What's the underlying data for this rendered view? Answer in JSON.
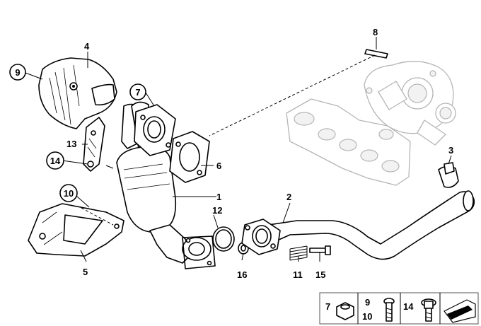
{
  "callouts": {
    "c1": "1",
    "c2": "2",
    "c3": "3",
    "c4": "4",
    "c5": "5",
    "c6": "6",
    "c7": "7",
    "c8": "8",
    "c9": "9",
    "c10": "10",
    "c11": "11",
    "c12": "12",
    "c13": "13",
    "c14": "14",
    "c15": "15",
    "c16": "16"
  },
  "legend": {
    "n7": "7",
    "n9": "9",
    "n10": "10",
    "n14": "14"
  },
  "icons": {
    "nut": "hex-nut-icon",
    "bolt": "bolt-icon",
    "flange_bolt": "flange-bolt-icon",
    "diagram_id": "diagram-id-arrow-icon"
  },
  "colors": {
    "line": "#000000",
    "ghost": "#b5b5b5",
    "background": "#ffffff"
  }
}
